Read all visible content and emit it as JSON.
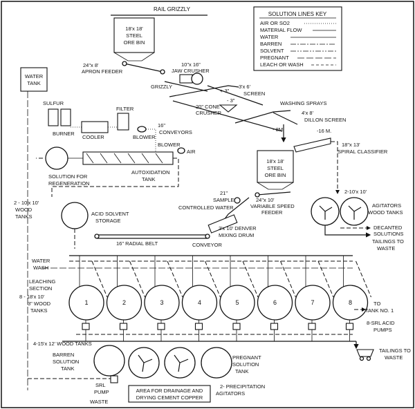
{
  "key": {
    "title": "SOLUTION LINES KEY",
    "items": [
      "AIR OR SO2",
      "MATERIAL FLOW",
      "WATER",
      "BARREN",
      "SOLVENT",
      "PREGNANT",
      "LEACH OR WASH"
    ]
  },
  "labels": {
    "rail_grizzly": "RAIL GRIZZLY",
    "ore_bin_top": [
      "18'x 18'",
      "STEEL",
      "ORE BIN"
    ],
    "apron_feeder": [
      "24\"x 8'",
      "APRON FEEDER"
    ],
    "jaw_crusher": [
      "10\"x 16\"",
      "JAW CRUSHER"
    ],
    "grizzly": "GRIZZLY",
    "screen": [
      "3'x 6'",
      "SCREEN"
    ],
    "cone_crusher": [
      "20\" CONE",
      "CRUSHER"
    ],
    "conveyors": [
      "16\"",
      "CONVEYORS"
    ],
    "washing_sprays": "WASHING SPRAYS",
    "dillon_screen": [
      "4'x 8'",
      "DILLON SCREEN"
    ],
    "minus_16m": "-16 M.",
    "spiral_classifier": [
      "18\"x 13'",
      "SPIRAL CLASSIFIER"
    ],
    "water_tank": [
      "WATER",
      "TANK"
    ],
    "sulfur": "SULFUR",
    "burner": "BURNER",
    "cooler": "COOLER",
    "filter": "FILTER",
    "blower_1": "BLOWER",
    "blower_2": "BLOWER",
    "air": "AIR",
    "autoxidation_tank": [
      "AUTOXIDATION",
      "TANK"
    ],
    "solution_regen": [
      "SOLUTION FOR",
      "REGENERATION"
    ],
    "ore_bin_mid": [
      "18'x 18'",
      "STEEL",
      "ORE BIN"
    ],
    "sampler": [
      "21\"",
      "SAMPLER"
    ],
    "controlled_water": "CONTROLLED WATER",
    "variable_feeder": [
      "24\"x 10'",
      "VARIABLE SPEED",
      "FEEDER"
    ],
    "agitator_tanks_top": "2-10'x 10'",
    "agitators_wood_tanks": [
      "AGITATORS",
      "WOOD TANKS"
    ],
    "wood_tanks_2": [
      "2 - 10'x 10'",
      "WOOD",
      "TANKS"
    ],
    "acid_solvent": [
      "ACID SOLVENT",
      "STORAGE"
    ],
    "mixing_drum": [
      "3'x 10' DENVER",
      "MIXING DRUM"
    ],
    "radial_belt": "16\" RADIAL BELT",
    "conveyor": "CONVEYOR",
    "decanted": [
      "DECANTED",
      "SOLUTIONS"
    ],
    "tailings_waste_1": [
      "TAILINGS TO",
      "WASTE"
    ],
    "water_wash": [
      "WATER",
      "WASH"
    ],
    "leaching_section": [
      "LEACHING",
      "SECTION"
    ],
    "leach_tanks": [
      "8 - 18'x 10'",
      "3\" WOOD",
      "TANKS"
    ],
    "tank_numbers": [
      "1",
      "2",
      "3",
      "4",
      "5",
      "6",
      "7",
      "8"
    ],
    "to_tank_1": [
      "TO",
      "TANK NO. 1"
    ],
    "srl_acid_pumps": [
      "8-SRL ACID",
      "PUMPS"
    ],
    "wood_tanks_4": "4-15'x 12' WOOD TANKS",
    "barren_tank": [
      "BARREN",
      "SOLUTION",
      "TANK"
    ],
    "pregnant_tank": [
      "PREGNANT",
      "SOLUTION",
      "TANK"
    ],
    "tailings_waste_2": [
      "TAILINGS TO",
      "WASTE"
    ],
    "srl_pump": [
      "SRL",
      "PUMP"
    ],
    "waste": "WASTE",
    "drainage_area": [
      "AREA FOR DRAINAGE AND",
      "DRYING CEMENT COPPER"
    ],
    "precipitation": [
      "2-    PRECIPITATION",
      "AGITATORS"
    ]
  }
}
